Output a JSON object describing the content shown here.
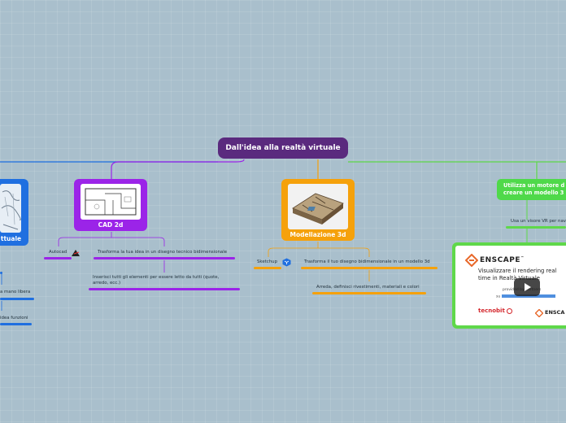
{
  "title": "Dall'idea alla realtà virtuale",
  "colors": {
    "background": "#a9bfcc",
    "root": "#5a2a7e",
    "blue_branch": "#1f6fe0",
    "purple_branch": "#9b24e8",
    "orange_branch": "#f5a10b",
    "green_branch": "#5fd84a"
  },
  "left_branch": {
    "card_label": "ttuale",
    "leaves": [
      "a mano libera",
      "idea funzioni"
    ]
  },
  "cad_branch": {
    "card_label": "CAD 2d",
    "leaves": [
      {
        "label": "Autocad",
        "icon": "autocad-logo-icon"
      },
      {
        "label": "Trasforma la tua idea in un disegno tecnico bidimensionale"
      },
      {
        "label": "Inserisci tutti gli elementi per essere letto da tutti (quote, arredo, ecc.)"
      }
    ]
  },
  "modeling_branch": {
    "card_label": "Modellazione 3d",
    "leaves": [
      {
        "label": "Sketchup",
        "icon": "sketchup-logo-icon"
      },
      {
        "label": "Trasforma il tuo disegno bidimensionale in un modello 3d"
      },
      {
        "label": "Arreda, definisci rivestimenti, materiali e colori"
      }
    ]
  },
  "render_branch": {
    "card_label_line1": "Utilizza un motore d",
    "card_label_line2": "creare un modello 3",
    "leaf": "Usa un visore VR per nav",
    "video": {
      "brand": "ENSCAPE",
      "tm": "™",
      "headline_1": "Visualizzare il rendering real",
      "headline_2": "time in Realtà Virtuale",
      "sub_1": "provided by partners",
      "sub_2": "su",
      "partner_left": "tecnobit",
      "partner_right": "ENSCA",
      "play_icon": "play-icon"
    }
  }
}
